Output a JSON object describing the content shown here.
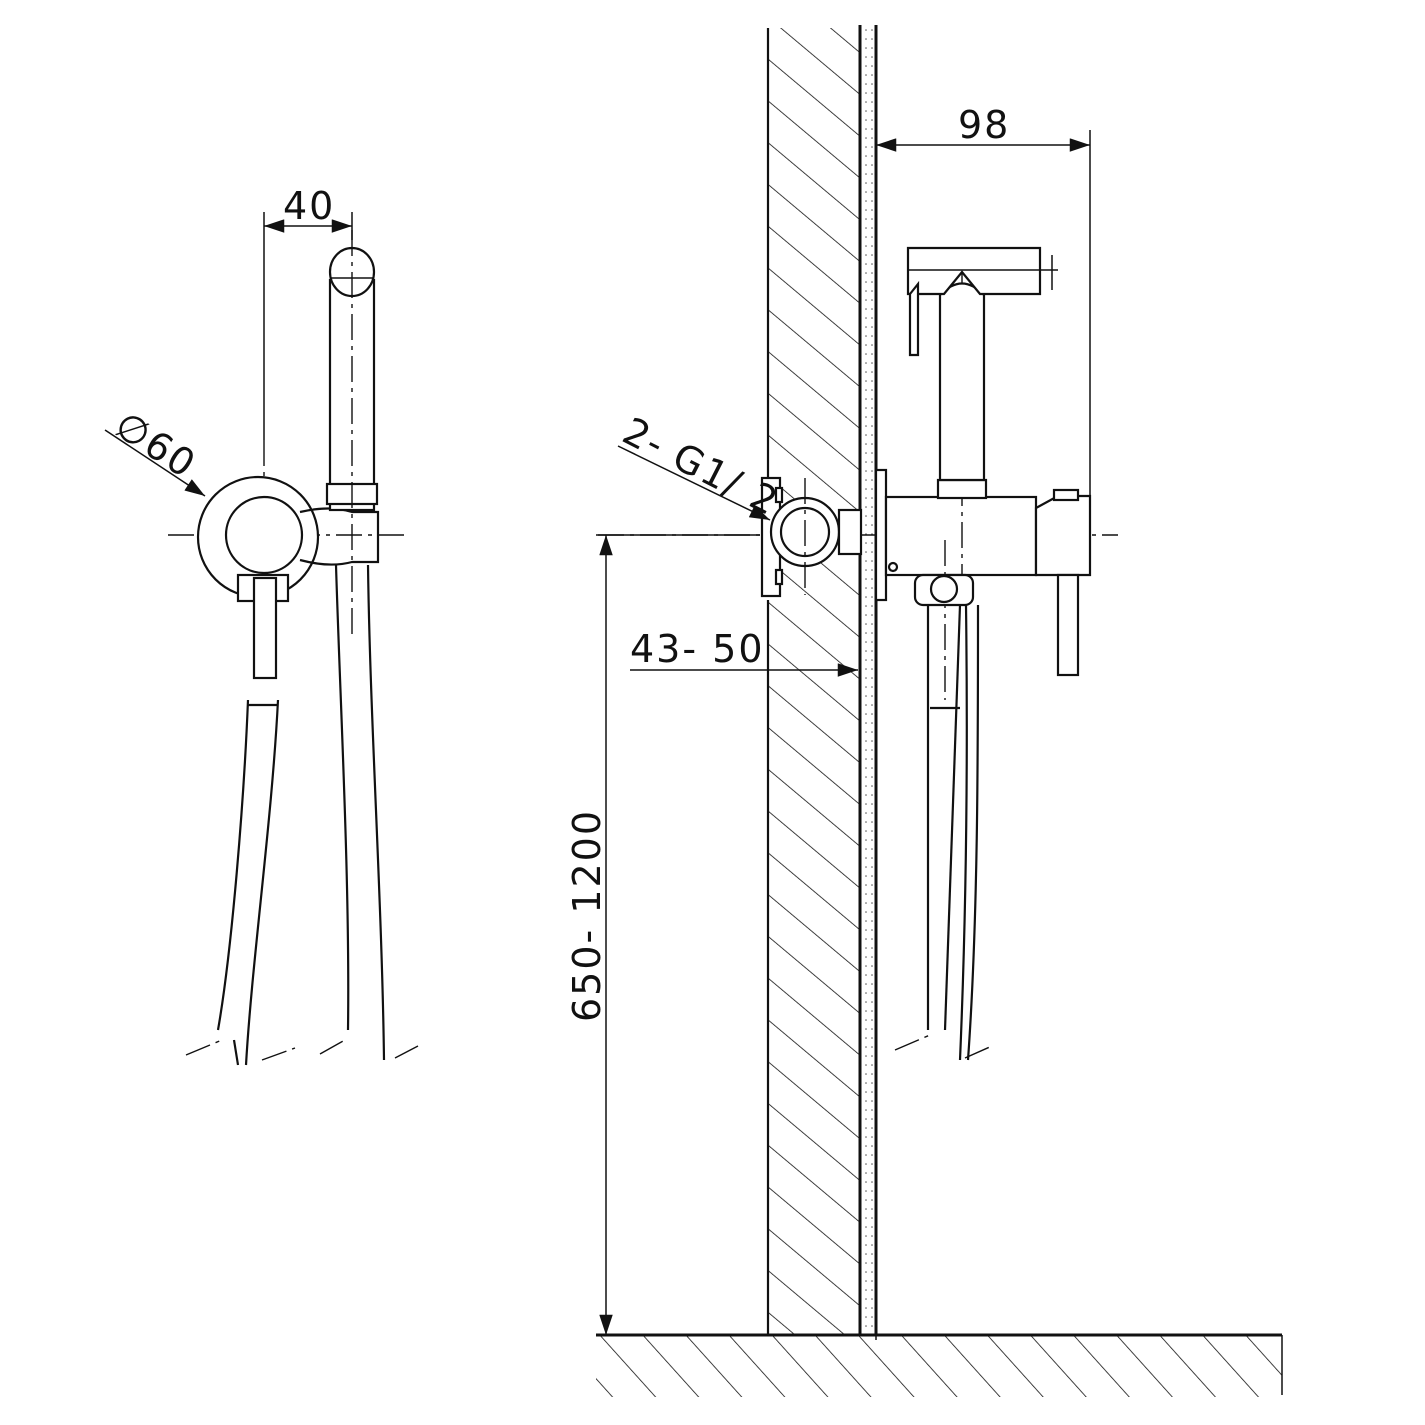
{
  "drawing": {
    "dimensions": {
      "offset_front": "40",
      "diameter_flange": "∅60",
      "projection_side": "98",
      "connection_thread": "2- G1/ 2",
      "recess_depth": "43- 50",
      "mount_height": "650- 1200"
    },
    "colors": {
      "line": "#111111",
      "background": "#ffffff"
    }
  }
}
